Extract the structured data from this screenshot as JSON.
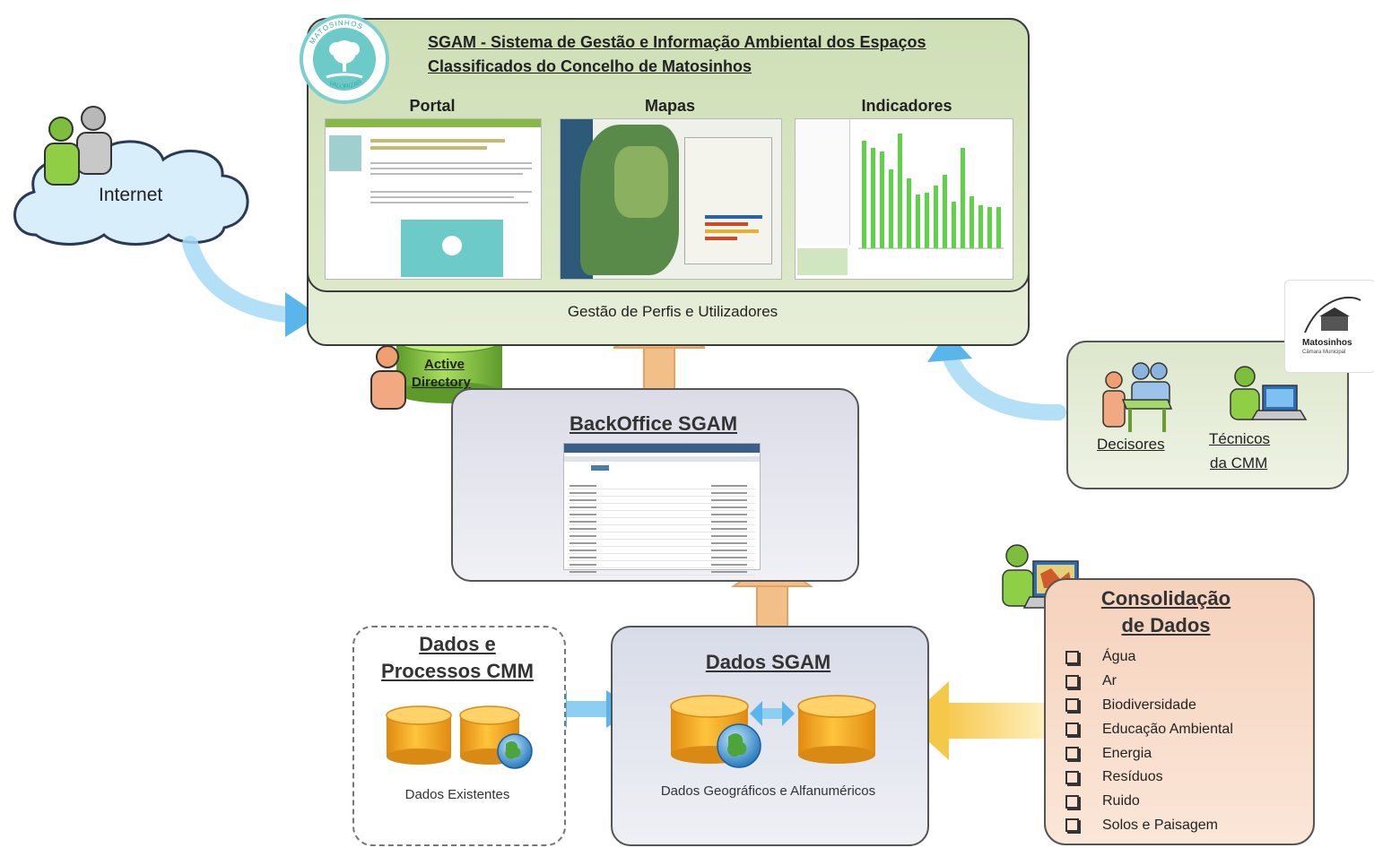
{
  "title_line1": "SGAM - Sistema de Gestão e Informação Ambiental dos Espaços",
  "title_line2": "Classificados do Concelho de Matosinhos",
  "screens": [
    {
      "label": "Portal"
    },
    {
      "label": "Mapas"
    },
    {
      "label": "Indicadores"
    }
  ],
  "gestao": "Gestão de Perfis e Utilizadores",
  "internet": "Internet",
  "active_directory": {
    "line1": "Active",
    "line2": "Directory"
  },
  "backoffice": "BackOffice SGAM",
  "dados_sgam": {
    "title": "Dados SGAM",
    "subtitle": "Dados Geográficos e Alfanuméricos"
  },
  "dados_cmm": {
    "title_line1": "Dados e",
    "title_line2": "Processos CMM",
    "subtitle": "Dados Existentes"
  },
  "consolidacao": {
    "title_line1": "Consolidação",
    "title_line2": "de Dados",
    "items": [
      "Água",
      "Ar",
      "Biodiversidade",
      "Educação Ambiental",
      "Energia",
      "Resíduos",
      "Ruido",
      "Solos e Paisagem"
    ]
  },
  "users": {
    "decisores": "Decisores",
    "tecnicos_line1": "Técnicos",
    "tecnicos_line2": "da CMM"
  },
  "logo_matosinhos": {
    "name": "Matosinhos",
    "sub": "Câmara Municipal"
  },
  "logo_seal": {
    "top": "MATOSINHOS",
    "bottom": "VALORIZAR"
  },
  "colors": {
    "panel_green": "#d6e4c0",
    "arrow_orange": "#f0b47a",
    "arrow_blue": "#7cc8ee",
    "arrow_yellow": "#f8d06a",
    "cylinder_orange": "#f5a21c",
    "consolidacao_bg": "#f5d2bc",
    "chart_green": "#5fd24a"
  }
}
